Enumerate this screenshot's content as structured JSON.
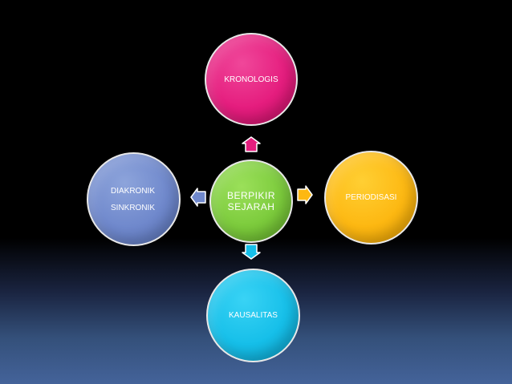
{
  "diagram": {
    "center": {
      "line1": "BERPIKIR",
      "line2": "SEJARAH",
      "color": "#7ccb3c"
    },
    "top": {
      "label": "KRONOLOGIS",
      "color": "#e51d7e"
    },
    "right": {
      "label": "PERIODISASI",
      "color": "#fdb812"
    },
    "bottom": {
      "label": "KAUSALITAS",
      "color": "#16bfe9"
    },
    "left": {
      "line1": "DIAKRONIK",
      "line2": "SINKRONIK",
      "color": "#6f88cc"
    }
  },
  "arrows": {
    "up": {
      "color": "#e51d7e"
    },
    "right": {
      "color": "#fdb812"
    },
    "down": {
      "color": "#16bfe9"
    },
    "left": {
      "color": "#6f88cc"
    }
  },
  "background": {
    "top": "#000000",
    "bottom": "#44639a"
  }
}
